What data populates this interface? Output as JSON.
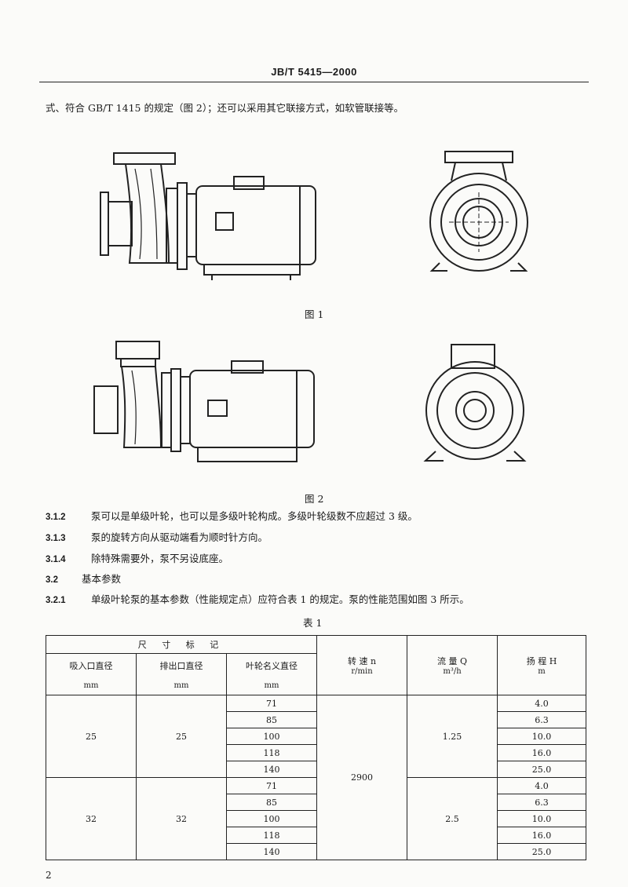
{
  "header": {
    "standard": "JB/T 5415—2000"
  },
  "intro_text": "式、符合 GB/T 1415 的规定（图 2）；还可以采用其它联接方式，如软管联接等。",
  "figures": [
    {
      "caption": "图 1"
    },
    {
      "caption": "图 2"
    }
  ],
  "clauses": [
    {
      "number": "3.1.2",
      "text": "泵可以是单级叶轮，也可以是多级叶轮构成。多级叶轮级数不应超过 3 级。"
    },
    {
      "number": "3.1.3",
      "text": "泵的旋转方向从驱动端看为顺时针方向。"
    },
    {
      "number": "3.1.4",
      "text": "除特殊需要外，泵不另设底座。"
    },
    {
      "number": "3.2",
      "text": "基本参数"
    },
    {
      "number": "3.2.1",
      "text": "单级叶轮泵的基本参数（性能规定点）应符合表 1 的规定。泵的性能范围如图 3 所示。"
    }
  ],
  "table": {
    "title": "表 1",
    "group_header": "尺 寸 标 记",
    "columns": [
      {
        "name": "吸入口直径",
        "unit": "mm"
      },
      {
        "name": "排出口直径",
        "unit": "mm"
      },
      {
        "name": "叶轮名义直径",
        "unit": "mm"
      },
      {
        "name": "转 速 n",
        "unit": "r/min"
      },
      {
        "name": "流 量 Q",
        "unit": "m³/h"
      },
      {
        "name": "扬 程 H",
        "unit": "m"
      }
    ],
    "speed": "2900",
    "groups": [
      {
        "inlet": "25",
        "outlet": "25",
        "flow": "1.25",
        "rows": [
          [
            "71",
            "4.0"
          ],
          [
            "85",
            "6.3"
          ],
          [
            "100",
            "10.0"
          ],
          [
            "118",
            "16.0"
          ],
          [
            "140",
            "25.0"
          ]
        ]
      },
      {
        "inlet": "32",
        "outlet": "32",
        "flow": "2.5",
        "rows": [
          [
            "71",
            "4.0"
          ],
          [
            "85",
            "6.3"
          ],
          [
            "100",
            "10.0"
          ],
          [
            "118",
            "16.0"
          ],
          [
            "140",
            "25.0"
          ]
        ]
      }
    ]
  },
  "page_number": "2"
}
